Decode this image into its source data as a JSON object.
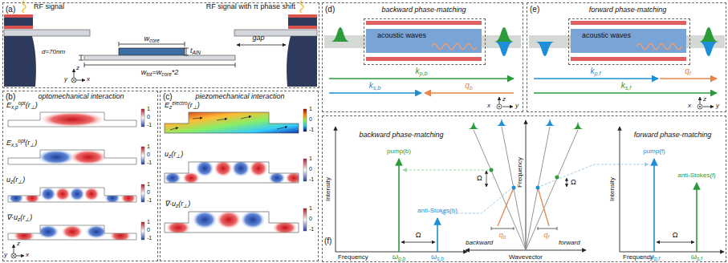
{
  "diagram": {
    "nodes": [
      {
        "text": [
          "(a)"
        ]
      },
      {
        "text": [
          "(b)",
          "optomechanical interaction"
        ]
      },
      {
        "text": [
          "(c)",
          "piezomechanical interaction"
        ]
      },
      {
        "text": [
          "(d)",
          "backward phase-matching"
        ]
      },
      {
        "text": [
          "acoustic waves"
        ],
        "in": 3
      },
      {
        "text": [
          "(e)",
          "forward phase-matching"
        ]
      },
      {
        "text": [
          "acoustic waves"
        ],
        "in": 5
      },
      {
        "text": [
          "(f)"
        ]
      }
    ],
    "labels": [
      "RF signal",
      "RF signal with π phase shift",
      "d=70nm",
      "w",
      "core",
      "t",
      "AlN",
      "gap",
      "w",
      "tot",
      "=w",
      "core",
      "*2",
      "z",
      "y",
      "x",
      "E",
      "x,p",
      "opt",
      "(r",
      "⊥",
      ")",
      "1",
      "0",
      "-1",
      "E",
      "x,s",
      "opt",
      "(r",
      "⊥",
      ")",
      "1",
      "0",
      "-1",
      "u",
      "z",
      "(r",
      "⊥",
      ")",
      "1",
      "0",
      "-1",
      "∇·u",
      "z",
      "(r",
      "⊥",
      ")",
      "1",
      "0",
      "-1",
      "z",
      "y",
      "x",
      "E",
      "z",
      "electro",
      "(r",
      "⊥",
      ")",
      "1",
      "0",
      "-1",
      "u",
      "z",
      "(r",
      "⊥",
      ")",
      "1",
      "0",
      "-1",
      "∇·u",
      "z",
      "(r",
      "⊥",
      ")",
      "1",
      "0",
      "-1",
      "k",
      "p,b",
      "k",
      "s,b",
      "q",
      "b",
      "z",
      "x",
      "y",
      "k",
      "p,f",
      "q",
      "f",
      "k",
      "s,f",
      "z",
      "x",
      "y",
      "backward phase-matching",
      "Intensity",
      "pump(b)",
      "anti-Stokes(b)",
      "Ω",
      "Frequency",
      "ω",
      "p,b",
      "ω",
      "s,b",
      "Frequency",
      "Ω",
      "q",
      "b",
      "backward",
      "Wavevector",
      "forward",
      "q",
      "f",
      "Ω",
      "forward phase-matching",
      "Intensity",
      "pump(f)",
      "anti-Stokes(f)",
      "Ω",
      "Frequency",
      "ω",
      "p,f",
      "ω",
      "s,f"
    ]
  }
}
